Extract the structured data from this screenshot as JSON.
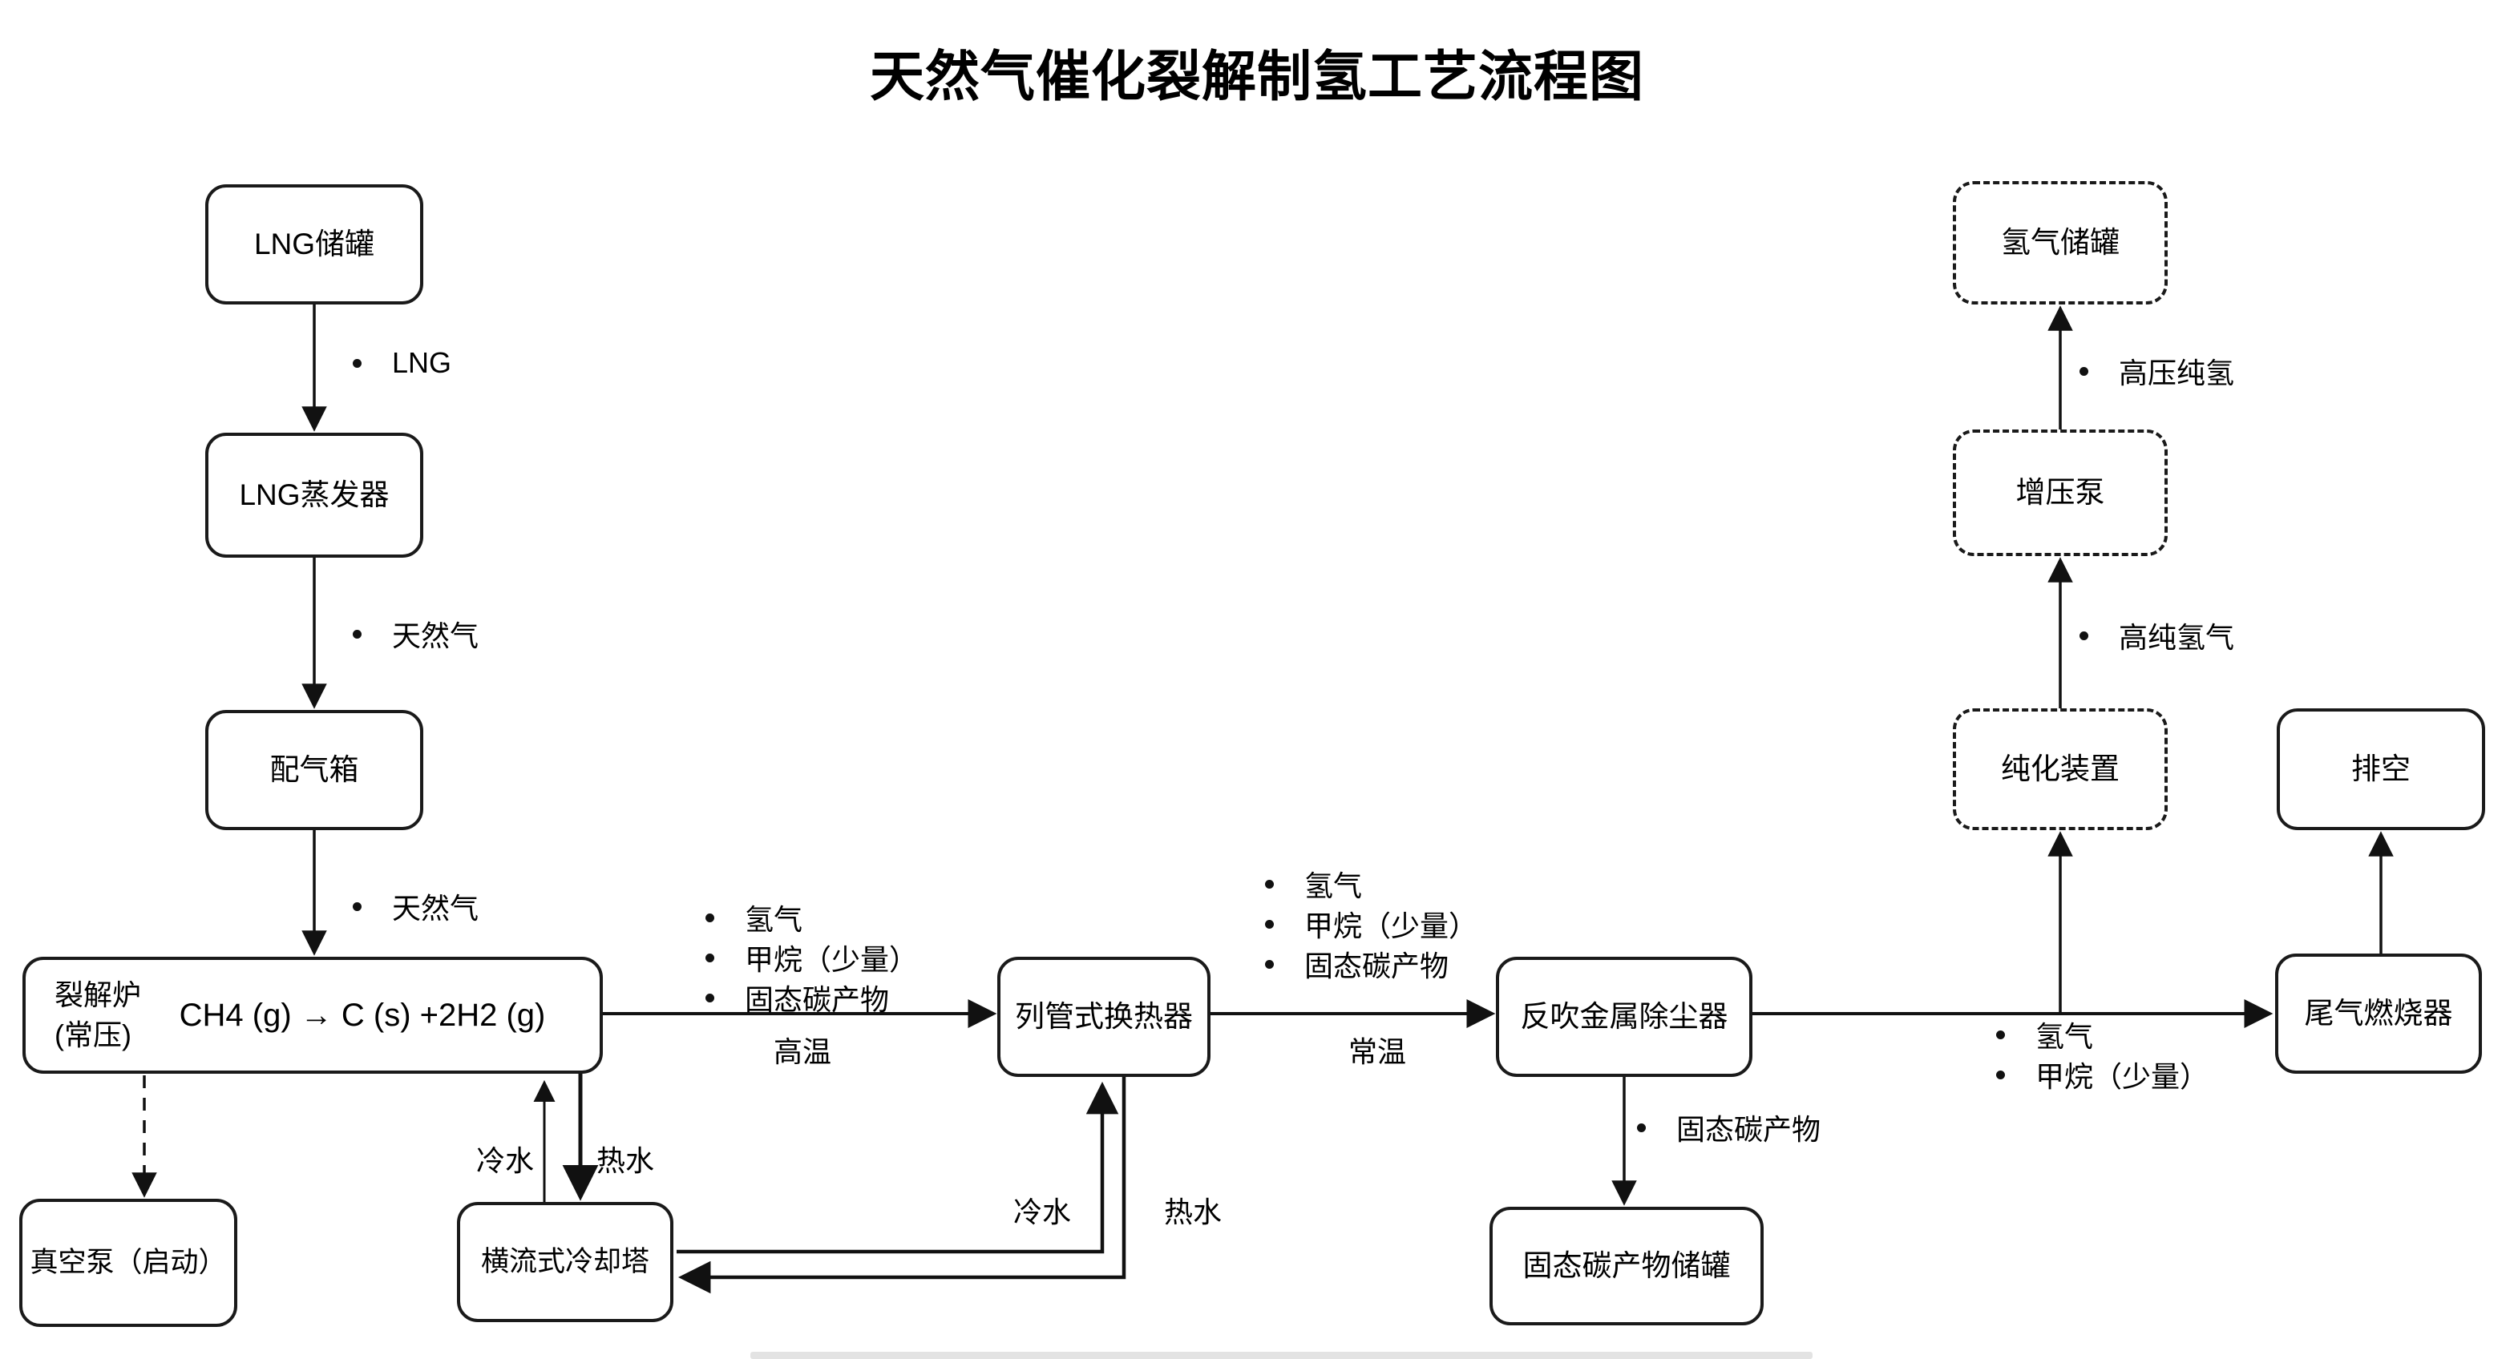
{
  "title": "天然气催化裂解制氢工艺流程图",
  "nodes": {
    "lng_tank": {
      "label": "LNG储罐"
    },
    "lng_vaporizer": {
      "label": "LNG蒸发器"
    },
    "gas_distribution_box": {
      "label": "配气箱"
    },
    "cracking_furnace": {
      "label": "裂解炉",
      "sublabel": "(常压)",
      "equation": "CH4 (g) → C (s) +2H2 (g)"
    },
    "vacuum_pump": {
      "label": "真空泵（启动）"
    },
    "crossflow_cooling_tower": {
      "label": "横流式冷却塔"
    },
    "shell_tube_heat_exchanger": {
      "label": "列管式换热器"
    },
    "backblow_metal_dust_remover": {
      "label": "反吹金属除尘器"
    },
    "solid_carbon_tank": {
      "label": "固态碳产物储罐"
    },
    "tail_gas_burner": {
      "label": "尾气燃烧器"
    },
    "purification_unit": {
      "label": "纯化装置"
    },
    "booster_pump": {
      "label": "增压泵"
    },
    "hydrogen_tank": {
      "label": "氢气储罐"
    },
    "vent": {
      "label": "排空"
    }
  },
  "flow_labels": {
    "lng": {
      "items": [
        "LNG"
      ]
    },
    "natural_gas_1": {
      "items": [
        "天然气"
      ]
    },
    "natural_gas_2": {
      "items": [
        "天然气"
      ]
    },
    "cracking_output": {
      "items": [
        "氢气",
        "甲烷（少量）",
        "固态碳产物"
      ],
      "note": "高温"
    },
    "exchanger_output": {
      "items": [
        "氢气",
        "甲烷（少量）",
        "固态碳产物"
      ],
      "note": "常温"
    },
    "solid_carbon": {
      "items": [
        "固态碳产物"
      ]
    },
    "tail_gas": {
      "items": [
        "氢气",
        "甲烷（少量）"
      ]
    },
    "high_purity_h2": {
      "items": [
        "高纯氢气"
      ]
    },
    "high_pressure_h2": {
      "items": [
        "高压纯氢"
      ]
    },
    "cold_water_left": "冷水",
    "hot_water_left": "热水",
    "cold_water_right": "冷水",
    "hot_water_right": "热水"
  },
  "colors": {
    "stroke": "#1a1a1a",
    "text": "#000000",
    "background": "#ffffff",
    "bottom_bar": "#e3e3e3"
  }
}
